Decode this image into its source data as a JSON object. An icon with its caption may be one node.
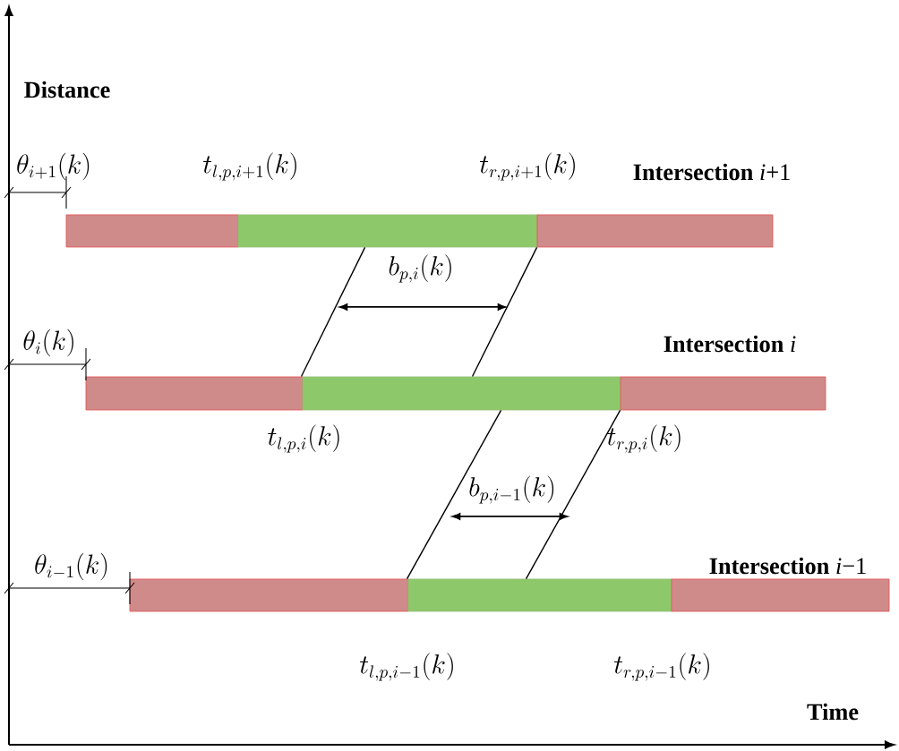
{
  "diagram": {
    "nodes": [
      {
        "text": [],
        "shape": "bar"
      },
      {
        "text": [],
        "shape": "bar"
      },
      {
        "text": [],
        "shape": "bar"
      },
      {
        "text": [],
        "shape": "bar"
      },
      {
        "text": [],
        "shape": "bar"
      },
      {
        "text": [],
        "shape": "bar"
      },
      {
        "text": [],
        "shape": "bar"
      },
      {
        "text": [],
        "shape": "bar"
      },
      {
        "text": [],
        "shape": "bar"
      }
    ],
    "edges": [
      {
        "from": 1,
        "to": 4,
        "arrow": "none"
      },
      {
        "from": 1,
        "to": 4,
        "arrow": "none"
      },
      {
        "from": 4,
        "to": 7,
        "arrow": "none"
      },
      {
        "from": 4,
        "to": 7,
        "arrow": "none"
      }
    ],
    "labels": [
      "Distance",
      "\\theta_{i+1}(k)",
      "t_{l,p,i+1}(k)",
      "t_{r,p,i+1}(k)",
      "**Intersection** *i*+1",
      "b_{p,i}(k)",
      "\\theta_{i}(k)",
      "**Intersection** *i*",
      "t_{l,p,i}(k)",
      "t_{r,p,i}(k)",
      "b_{p,i-1}(k)",
      "\\theta_{i-1}(k)",
      "**Intersection** *i*−1",
      "t_{l,p,i-1}(k)",
      "t_{r,p,i-1}(k)",
      "Time"
    ]
  }
}
